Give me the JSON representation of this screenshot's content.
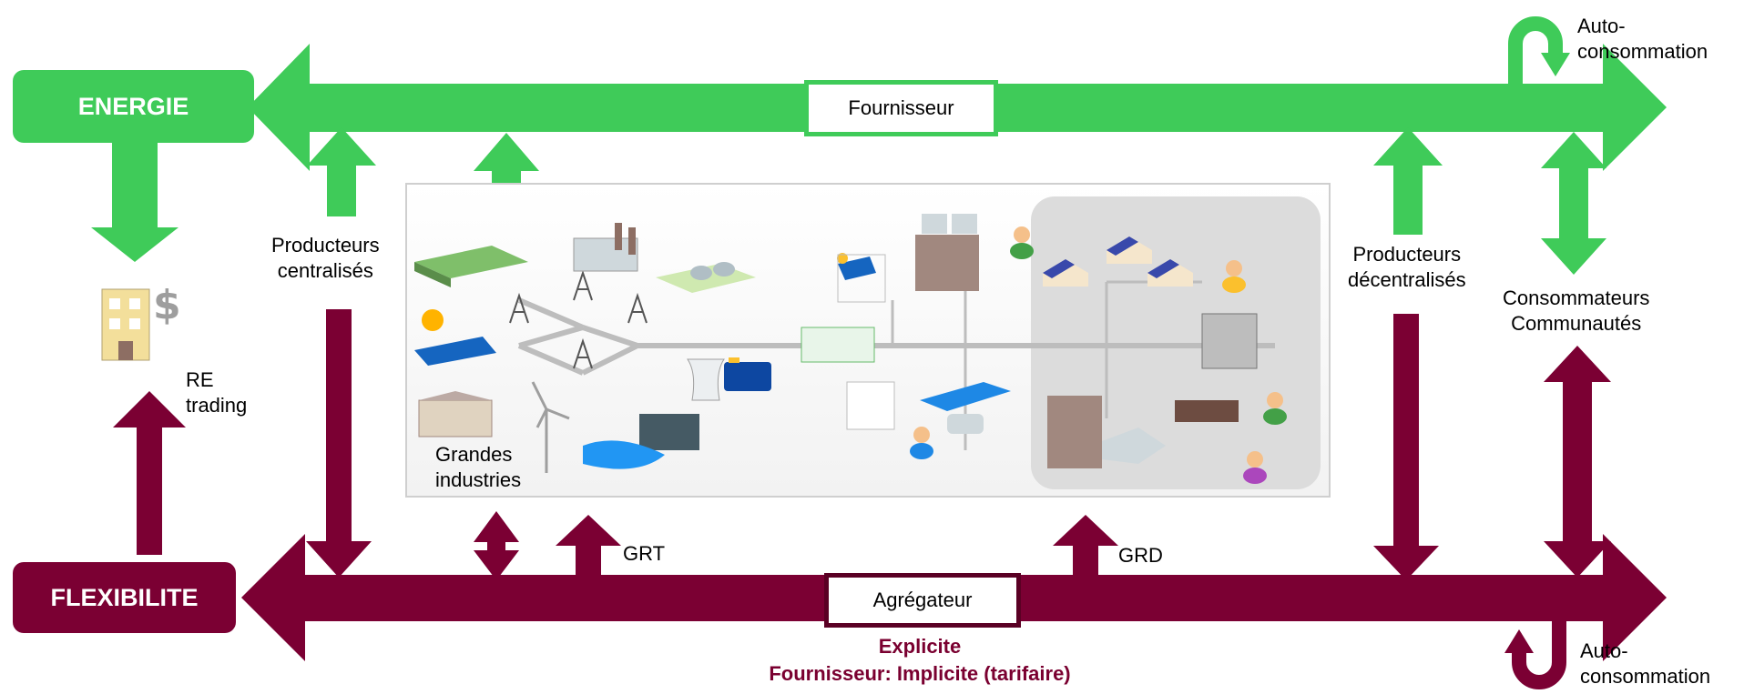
{
  "energy": {
    "title": "ENERGIE",
    "supplier": "Fournisseur",
    "color": "#3fcb59"
  },
  "flexibility": {
    "title": "FLEXIBILITE",
    "aggregator": "Agrégateur",
    "color": "#7b0033"
  },
  "actors": {
    "central_producers": [
      "Producteurs",
      "centralisés"
    ],
    "decentral_producers": [
      "Producteurs",
      "décentralisés"
    ],
    "consumers": [
      "Consommateurs",
      "Communautés"
    ],
    "industries": [
      "Grandes",
      "industries"
    ],
    "re_trading": [
      "RE",
      "trading"
    ],
    "grt": "GRT",
    "grd": "GRD",
    "self_consumption_top": [
      "Auto-",
      "consommation"
    ],
    "self_consumption_bottom": [
      "Auto-",
      "consommation"
    ]
  },
  "flexibility_types": {
    "explicit": "Explicite",
    "implicit": "Fournisseur: Implicite (tarifaire)"
  },
  "icons": [
    "bank-building-icon",
    "power-grid-illustration",
    "pylon-icon",
    "solar-panel-icon",
    "wind-turbine-icon",
    "factory-icon",
    "house-icon",
    "person-icon",
    "ev-charger-icon",
    "battery-icon"
  ]
}
